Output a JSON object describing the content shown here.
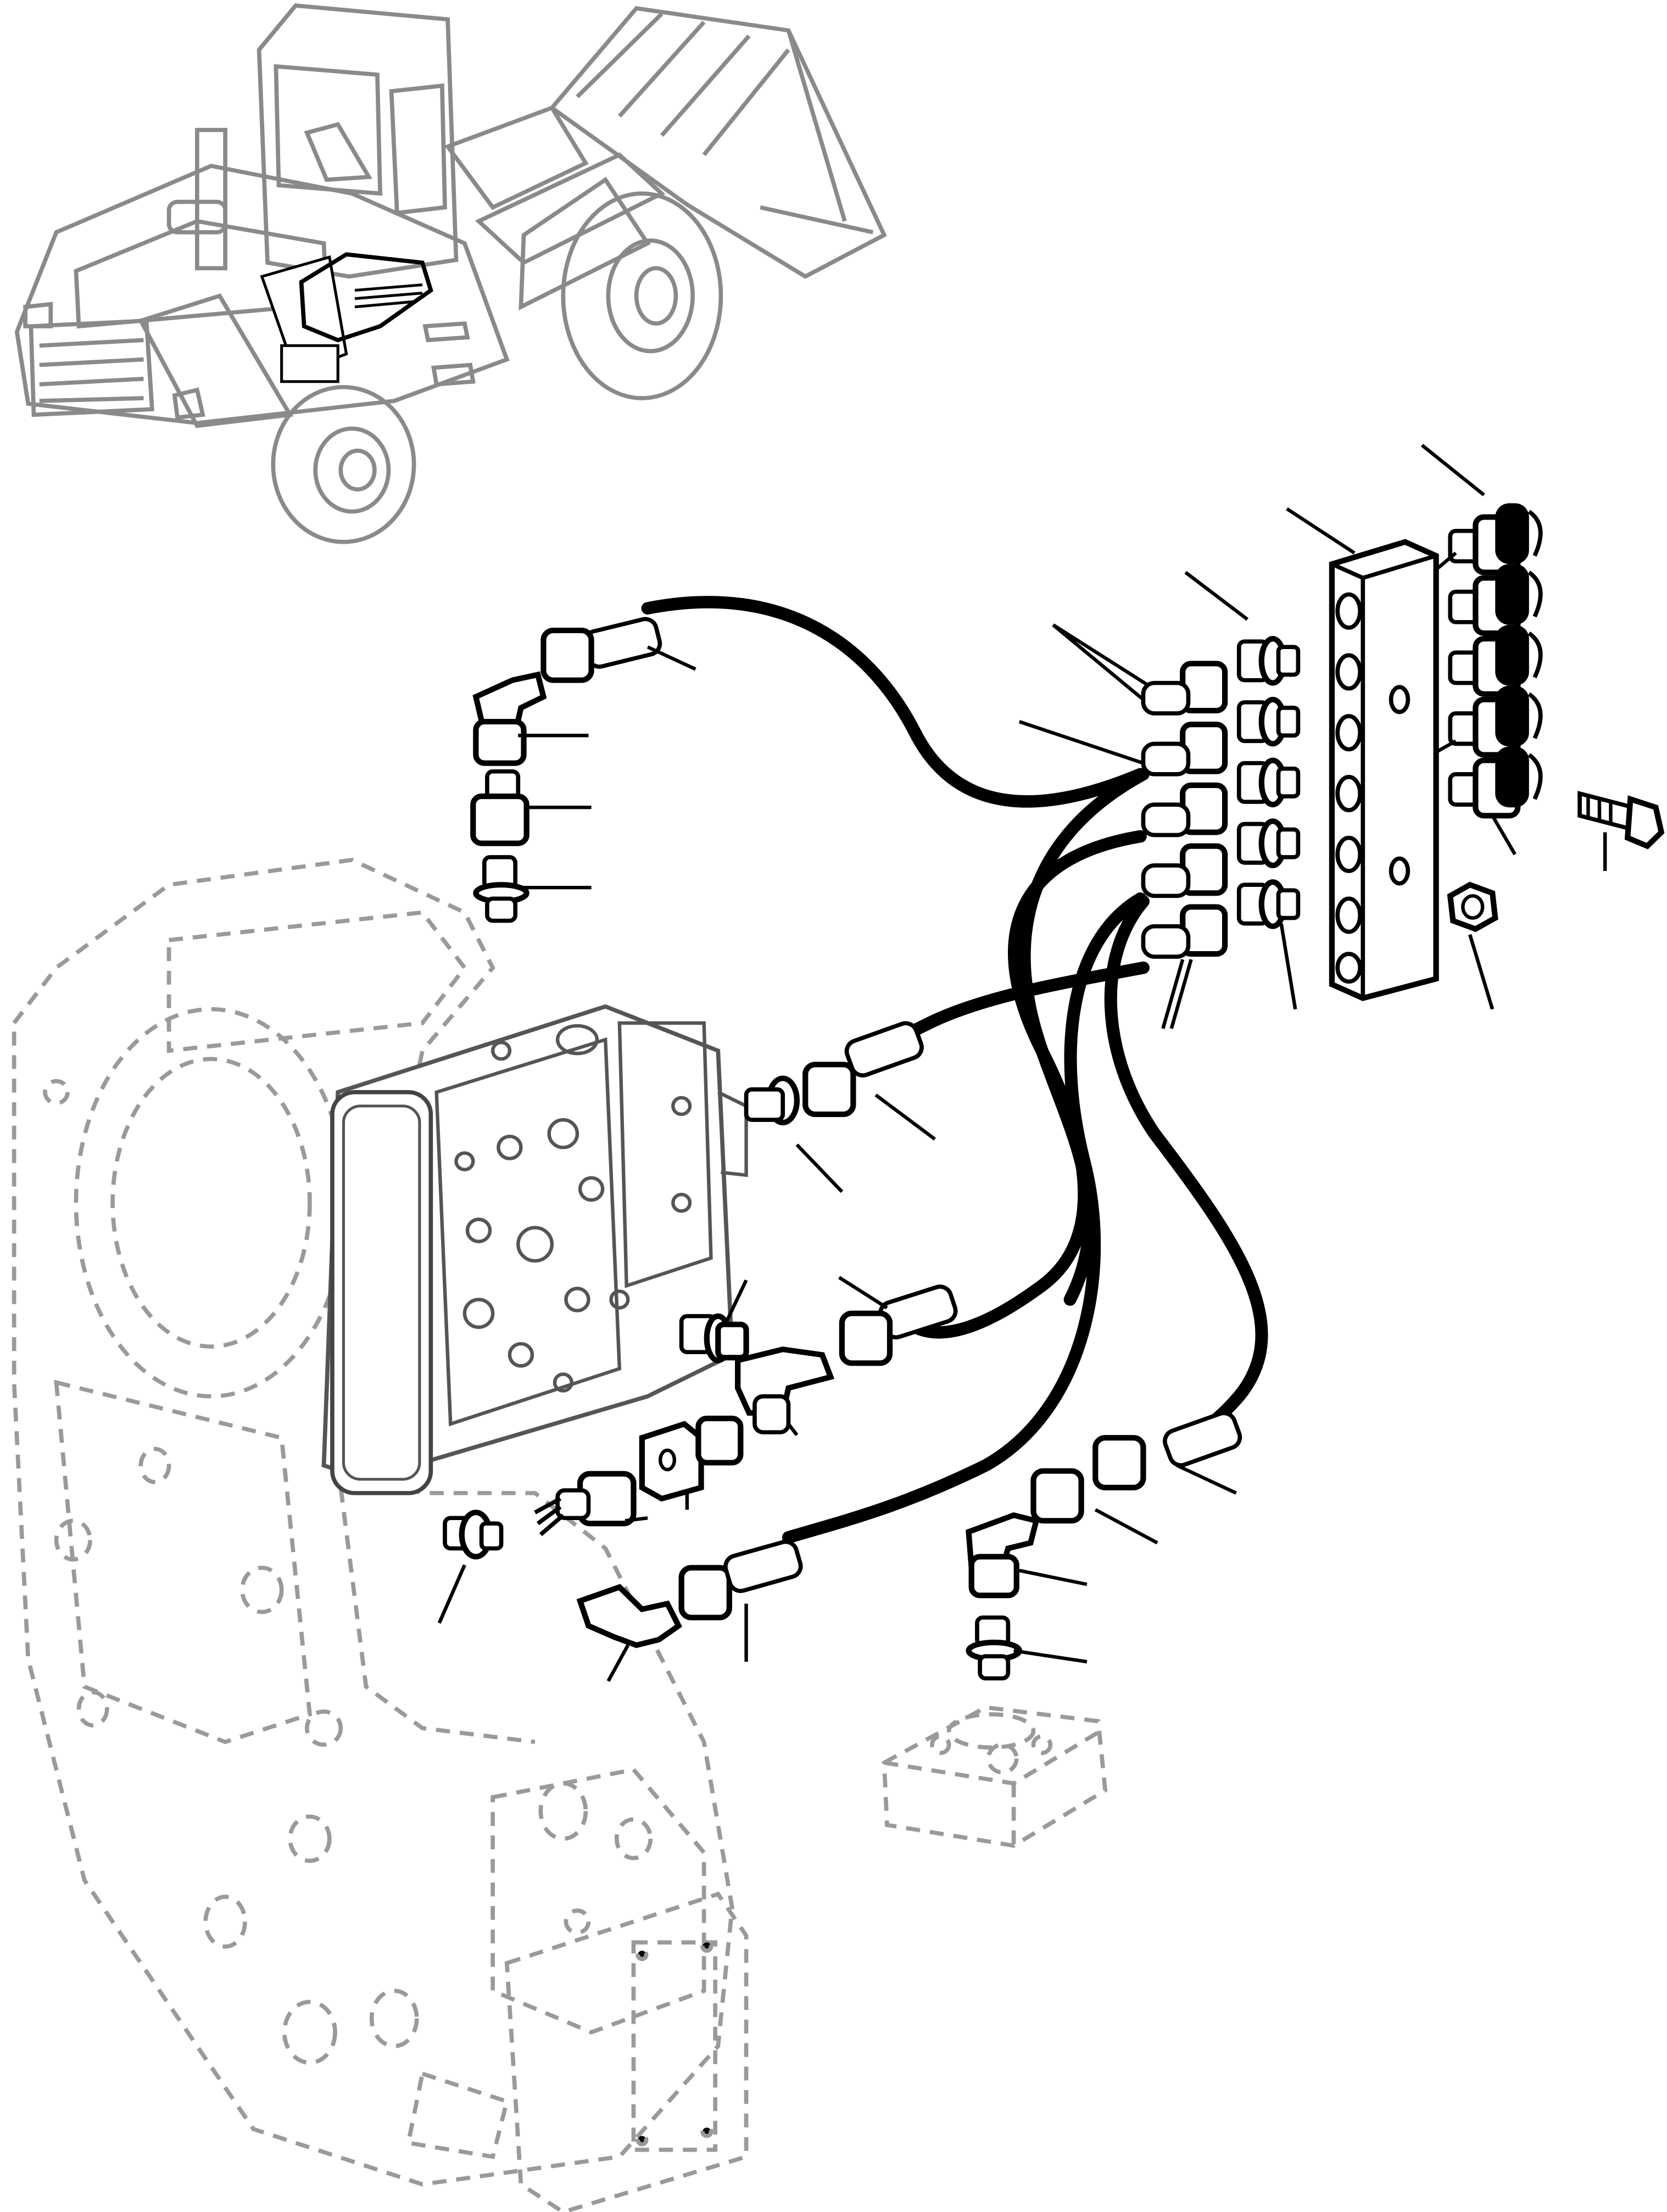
{
  "diagram": {
    "type": "exploded parts diagram",
    "views": [
      "wheel-loader-locator",
      "transmission-hydraulic-lines"
    ],
    "parts": [
      "hose-1",
      "hose-2",
      "hose-3",
      "hose-4",
      "hose-5",
      "hose-6",
      "elbow-fitting",
      "adapter",
      "union",
      "distribution-block",
      "test-couplers",
      "bolt",
      "nut",
      "tee-fitting",
      "pressure-sensor",
      "sensor-block",
      "control-valve",
      "transmission-housing",
      "port-block"
    ],
    "labels": []
  }
}
